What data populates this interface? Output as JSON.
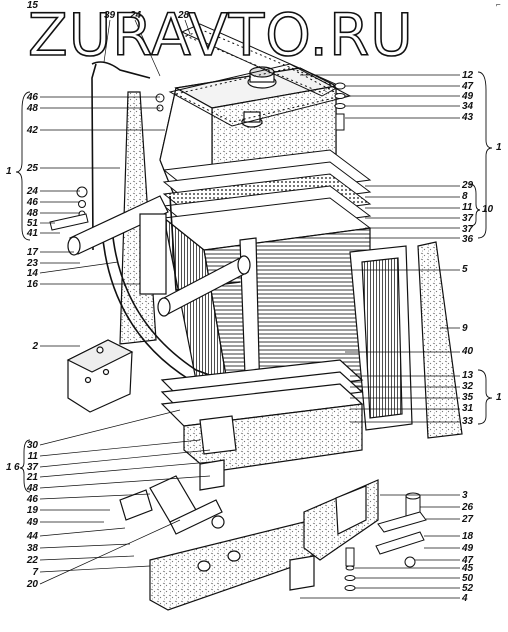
{
  "watermark": "ZURAVTO.RU",
  "corner_mark": "⌐",
  "callouts_top": [
    "39",
    "24",
    "28"
  ],
  "callouts_right": [
    "12",
    "47",
    "49",
    "34",
    "43",
    "29",
    "8",
    "11",
    "37",
    "37",
    "36",
    "5",
    "9",
    "40",
    "13",
    "32",
    "35",
    "31",
    "33",
    "3",
    "26",
    "27",
    "18",
    "49",
    "47",
    "45",
    "50",
    "52",
    "4"
  ],
  "callouts_left": [
    "46",
    "48",
    "42",
    "25",
    "24",
    "46",
    "48",
    "51",
    "41",
    "17",
    "23",
    "14",
    "16",
    "2",
    "30",
    "11",
    "37",
    "21",
    "48",
    "46",
    "19",
    "49",
    "44",
    "38",
    "22",
    "7",
    "20",
    "15"
  ],
  "group_labels": {
    "right_upper": "1",
    "right_mid": "10",
    "right_lower": "1",
    "left_upper": "1",
    "left_lower_a": "1",
    "left_lower_b": "6"
  }
}
